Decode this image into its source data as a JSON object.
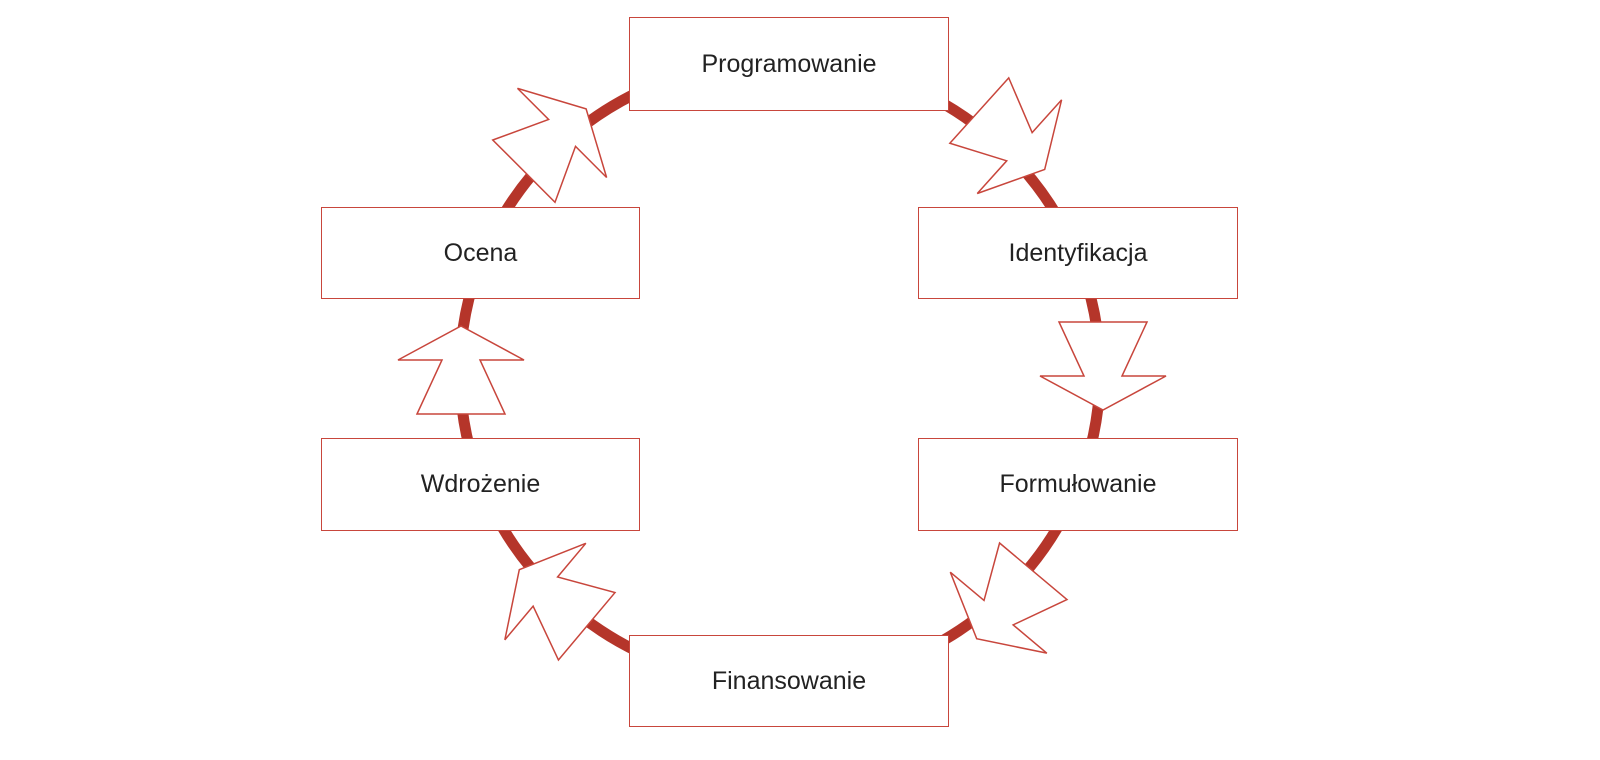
{
  "colors": {
    "ring": "#b5352a",
    "border": "#c8463c",
    "text": "#222222"
  },
  "stages": [
    {
      "label": "Programowanie"
    },
    {
      "label": "Identyfikacja"
    },
    {
      "label": "Formułowanie"
    },
    {
      "label": "Finansowanie"
    },
    {
      "label": "Wdrożenie"
    },
    {
      "label": "Ocena"
    }
  ]
}
